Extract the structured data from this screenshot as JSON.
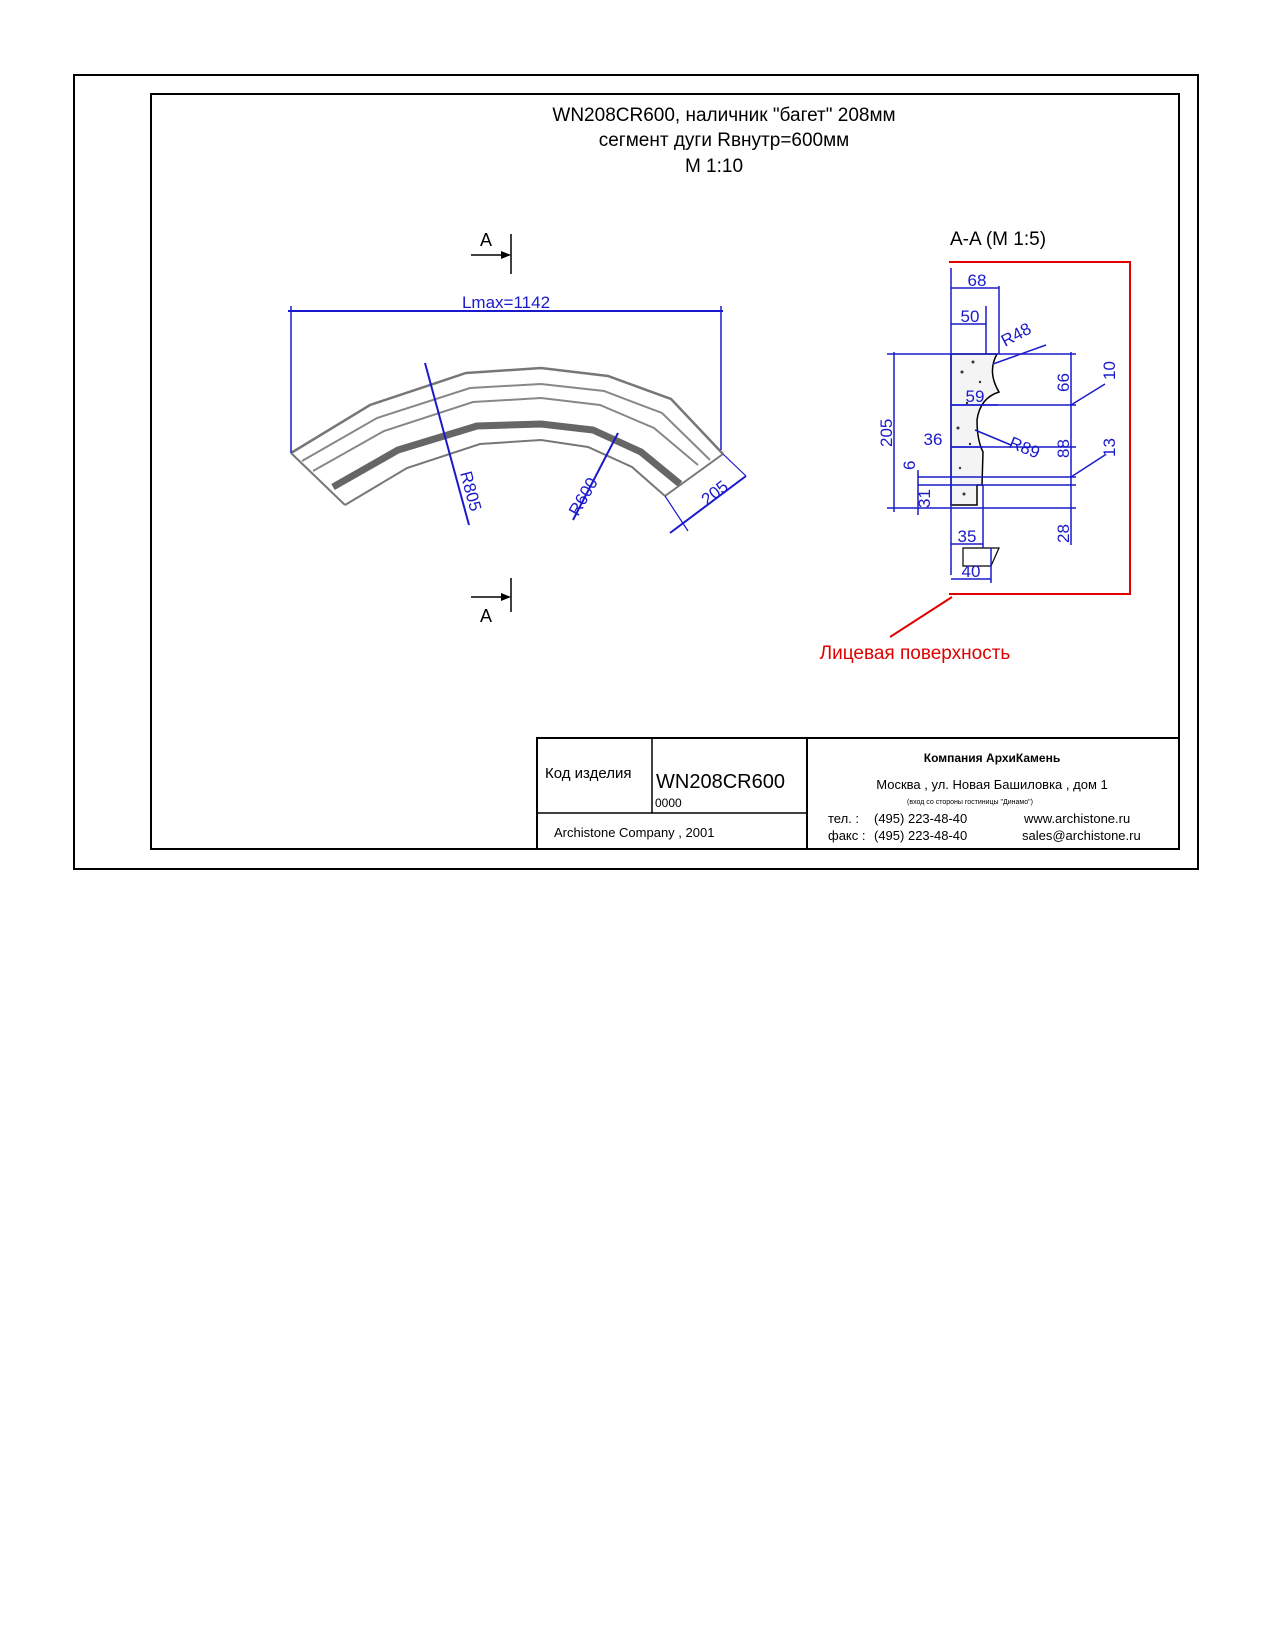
{
  "title": {
    "line1": "WN208CR600, наличник \"багет\" 208мм",
    "line2": "сегмент дуги Rвнутр=600мм",
    "line3": "M 1:10"
  },
  "section": {
    "marker_letter": "A",
    "heading": "A-A (M 1:5)",
    "face_label": "Лицевая поверхность"
  },
  "arc_dims": {
    "lmax": "Lmax=1142",
    "r_outer": "R805",
    "r_inner": "R600",
    "width": "205"
  },
  "profile_dims": {
    "d68": "68",
    "d50": "50",
    "r48": "R48",
    "d59": "59",
    "d66": "66",
    "d10": "10",
    "d205": "205",
    "d36": "36",
    "r89": "R89",
    "d88": "88",
    "d13": "13",
    "d6": "6",
    "d31": "31",
    "d35": "35",
    "d28": "28",
    "d40": "40"
  },
  "title_block": {
    "code_label": "Код изделия",
    "code_value": "WN208CR600",
    "code_sub": "0000",
    "copyright": "Archistone  Company ,  2001",
    "company": "Компания  АрхиКамень",
    "address": "Москва , ул. Новая Башиловка , дом 1",
    "address_note": "(вход со стороны гостиницы \"Динамо\")",
    "tel_label": "тел.   :",
    "tel": "(495) 223-48-40",
    "fax_label": "факс :",
    "fax": "(495) 223-48-40",
    "web": "www.archistone.ru",
    "email": "sales@archistone.ru"
  },
  "colors": {
    "dimension": "#1a1acc",
    "face_highlight": "#e00000",
    "frame": "#000000"
  }
}
